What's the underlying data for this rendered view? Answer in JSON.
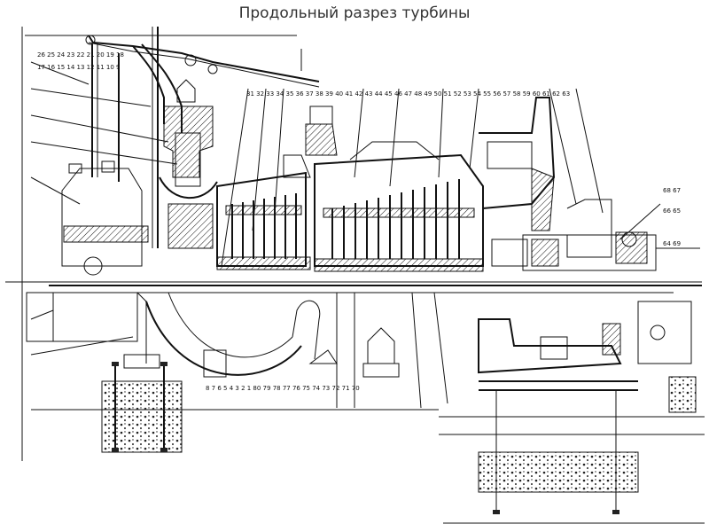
{
  "title": "Продольный разрез турбины",
  "leader_numbers": {
    "top_row": [
      "31",
      "32",
      "33",
      "34",
      "35",
      "36",
      "37",
      "38",
      "39",
      "40",
      "41",
      "42",
      "43",
      "44",
      "45",
      "46",
      "47",
      "48",
      "49",
      "50",
      "51",
      "52",
      "53",
      "54",
      "55",
      "56",
      "57",
      "58",
      "59",
      "60",
      "61",
      "62",
      "63"
    ],
    "left_column": [
      "26",
      "25",
      "24",
      "23",
      "22",
      "21",
      "20",
      "19",
      "18",
      "17",
      "16",
      "15",
      "14",
      "13",
      "12",
      "11",
      "10",
      "9"
    ],
    "bottom_row": [
      "8",
      "7",
      "6",
      "5",
      "4",
      "3",
      "2",
      "1",
      "80",
      "79",
      "78",
      "77",
      "76",
      "75",
      "74",
      "73",
      "72",
      "71",
      "70"
    ],
    "right_column": [
      "68",
      "67",
      "66",
      "65",
      "64",
      "69"
    ]
  }
}
